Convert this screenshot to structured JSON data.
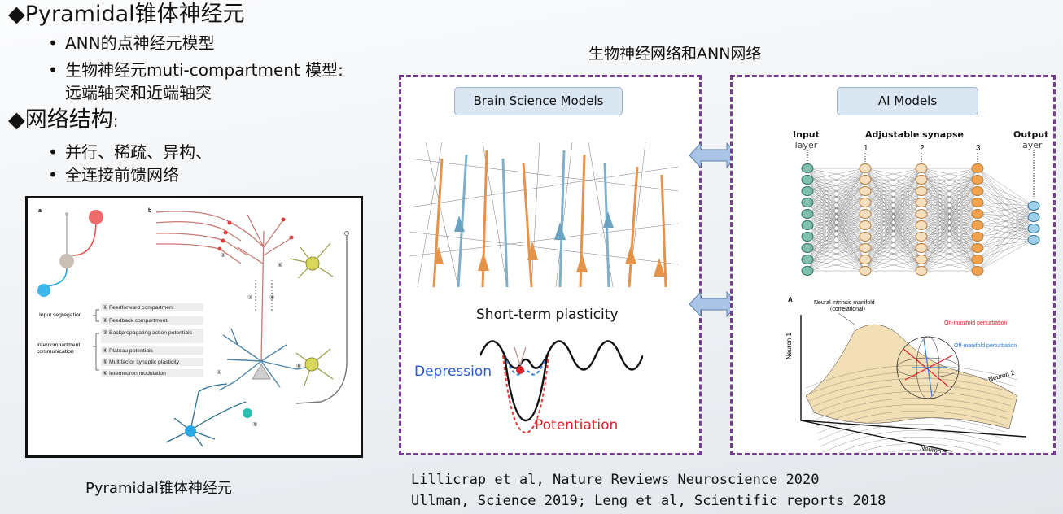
{
  "left": {
    "heading1": "◆Pyramidal锥体神经元",
    "bullets1": [
      "ANN的点神经元模型",
      "生物神经元muti-compartment 模型:",
      "远端轴突和近端轴突"
    ],
    "heading2": "◆网络结构",
    "heading2_suffix": ":",
    "bullets2": [
      "并行、稀疏、异构、",
      "全连接前馈网络"
    ],
    "bullet_char": "•"
  },
  "figure_left": {
    "label_a": "a",
    "label_b": "b",
    "input_segregation": "Input segregation",
    "intercompartment": "Intercompartment communication",
    "items": [
      "① Feedforward compartment",
      "② Feedback compartment",
      "③ Backpropagating action potentials",
      "④ Plateau potentials",
      "⑤ Multifactor synaptic plasticity",
      "⑥ Interneuron modulation"
    ],
    "caption": "Pyramidal锥体神经元"
  },
  "center_title": "生物神经网络和ANN网络",
  "brain_panel": {
    "tag": "Brain Science Models",
    "stp_title": "Short-term plasticity",
    "depression": "Depression",
    "potentiation": "Potentiation"
  },
  "ai_panel": {
    "tag": "AI Models",
    "input": "Input",
    "input_sub": "layer",
    "adjustable": "Adjustable synapse",
    "output": "Output",
    "output_sub": "layer",
    "layer_nums": [
      "1",
      "2",
      "3"
    ],
    "manifold_label": "A",
    "manifold_title": "Neural intrinsic manifold",
    "manifold_sub": "(correlational)",
    "on_manifold": "On-manifold perturbation",
    "off_manifold": "Off-manifold perturbation",
    "neuron1": "Neuron 1",
    "neuron2": "Neuron 2",
    "neuron3": "Neuron 3"
  },
  "references": [
    "Lillicrap et al, Nature Reviews Neuroscience 2020",
    "Ullman, Science 2019; Leng et al, Scientific reports 2018"
  ],
  "colors": {
    "panel_border": "#7a3a97",
    "tag_bg": "#dbe6f3",
    "arrow": "#a9c4e4",
    "orange": "#e3934a",
    "blue_neuron": "#29a8e0",
    "red": "#d8403f"
  }
}
